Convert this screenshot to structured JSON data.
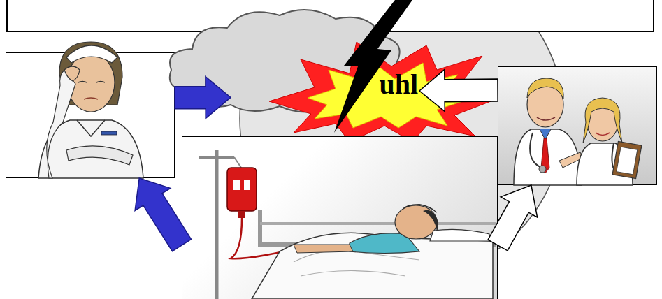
{
  "diagram": {
    "nodes": [
      {
        "text": []
      },
      {
        "text": []
      },
      {
        "text": [
          "uhl"
        ]
      },
      {
        "text": []
      },
      {
        "text": []
      }
    ],
    "edges": [
      {
        "from": 0,
        "to": 1,
        "arrow": "to"
      },
      {
        "from": 3,
        "to": 2,
        "arrow": "to"
      },
      {
        "from": 4,
        "to": 0,
        "arrow": "to"
      },
      {
        "from": 4,
        "to": 3,
        "arrow": "to"
      }
    ]
  }
}
